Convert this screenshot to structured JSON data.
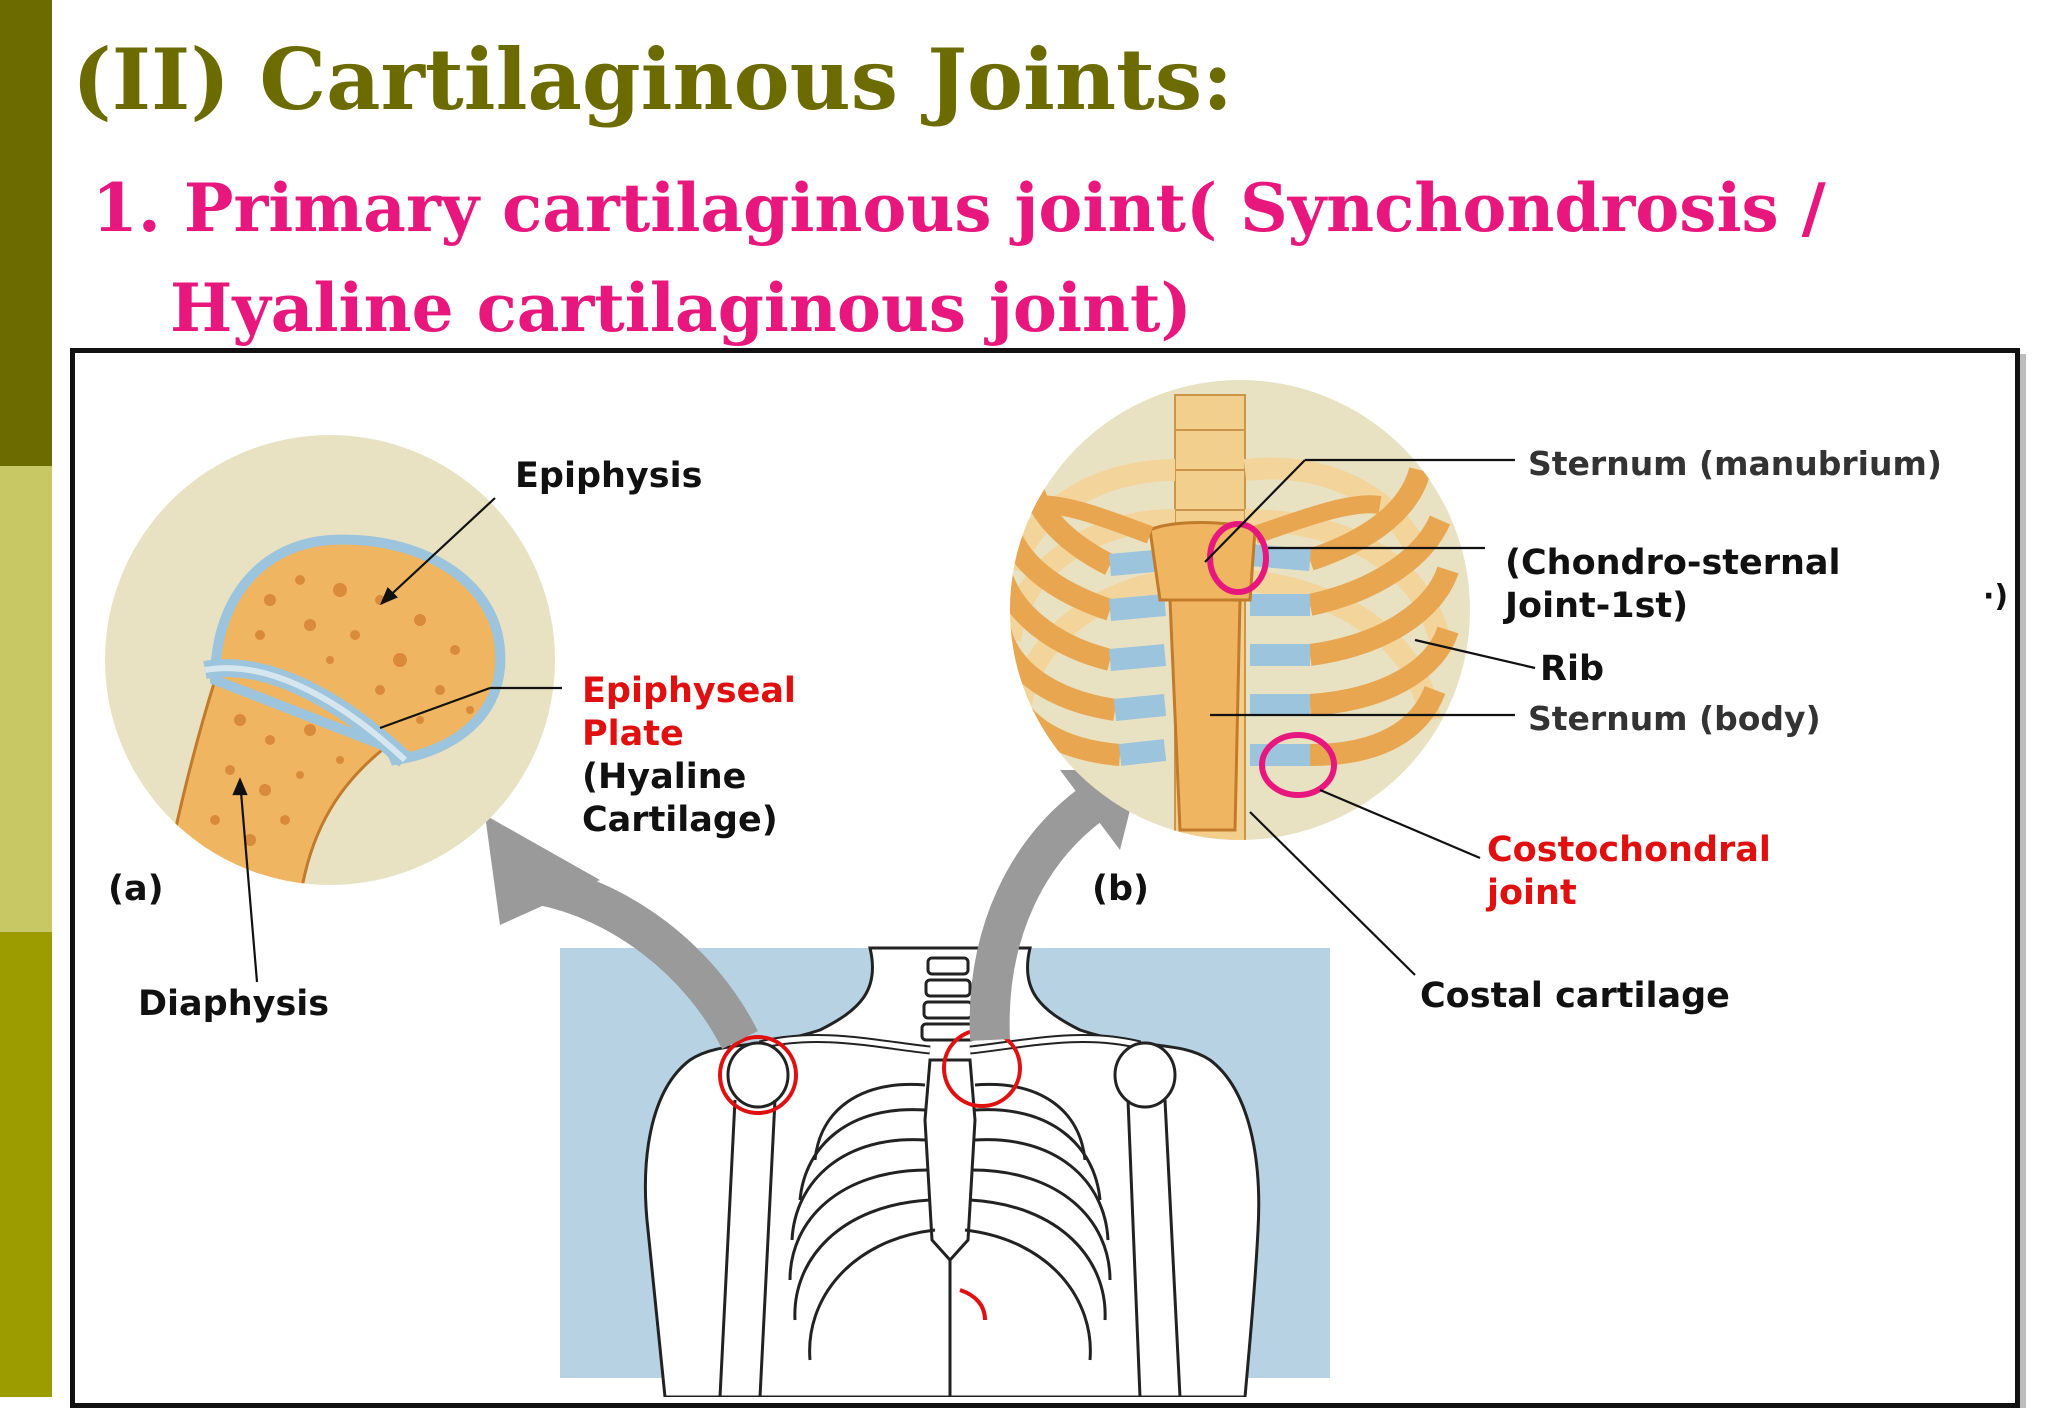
{
  "slide": {
    "title": "(II) Cartilaginous Joints:",
    "subtitle_line1": "1. Primary cartilaginous joint( Synchondrosis /",
    "subtitle_line2": "Hyaline cartilaginous joint)"
  },
  "figure": {
    "panel_a_tag": "(a)",
    "panel_b_tag": "(b)",
    "labels": {
      "epiphysis": "Epiphysis",
      "epiphyseal_plate_1": "Epiphyseal",
      "epiphyseal_plate_2": "Plate",
      "hyaline_1": "(Hyaline",
      "hyaline_2": "Cartilage)",
      "diaphysis": "Diaphysis",
      "sternum_manubrium": "Sternum (manubrium)",
      "chondro_sternal_1": "(Chondro-sternal",
      "chondro_sternal_2": "Joint-1st)",
      "rib": "Rib",
      "sternum_body": "Sternum (body)",
      "costochondral_1": "Costochondral",
      "costochondral_2": "joint",
      "costal_cartilage": "Costal cartilage",
      "cropped_fragment": "·)"
    }
  },
  "colors": {
    "title": "#6b6b00",
    "subtitle": "#e8177d",
    "sidebar_top": "#6b6b00",
    "sidebar_mid": "#c8c864",
    "sidebar_bottom": "#9c9c00",
    "label_red": "#e01010",
    "highlight_circle": "#e8177d",
    "bone": "#f0b560",
    "cartilage": "#9cc4dc",
    "inset_bg": "#e8e2c2",
    "torso_bg": "#b7d2e2"
  },
  "icons": {
    "arrow_a": "curved-arrow",
    "arrow_b": "curved-arrow"
  }
}
